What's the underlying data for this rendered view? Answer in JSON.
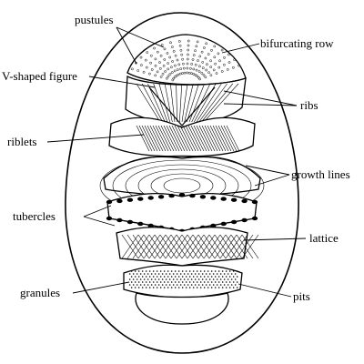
{
  "labels": {
    "pustules": "pustules",
    "bifurcating_row": "bifurcating row",
    "v_shaped_figure": "V-shaped figure",
    "ribs": "ribs",
    "riblets": "riblets",
    "growth_lines": "growth lines",
    "tubercles": "tubercles",
    "lattice": "lattice",
    "granules": "granules",
    "pits": "pits"
  }
}
